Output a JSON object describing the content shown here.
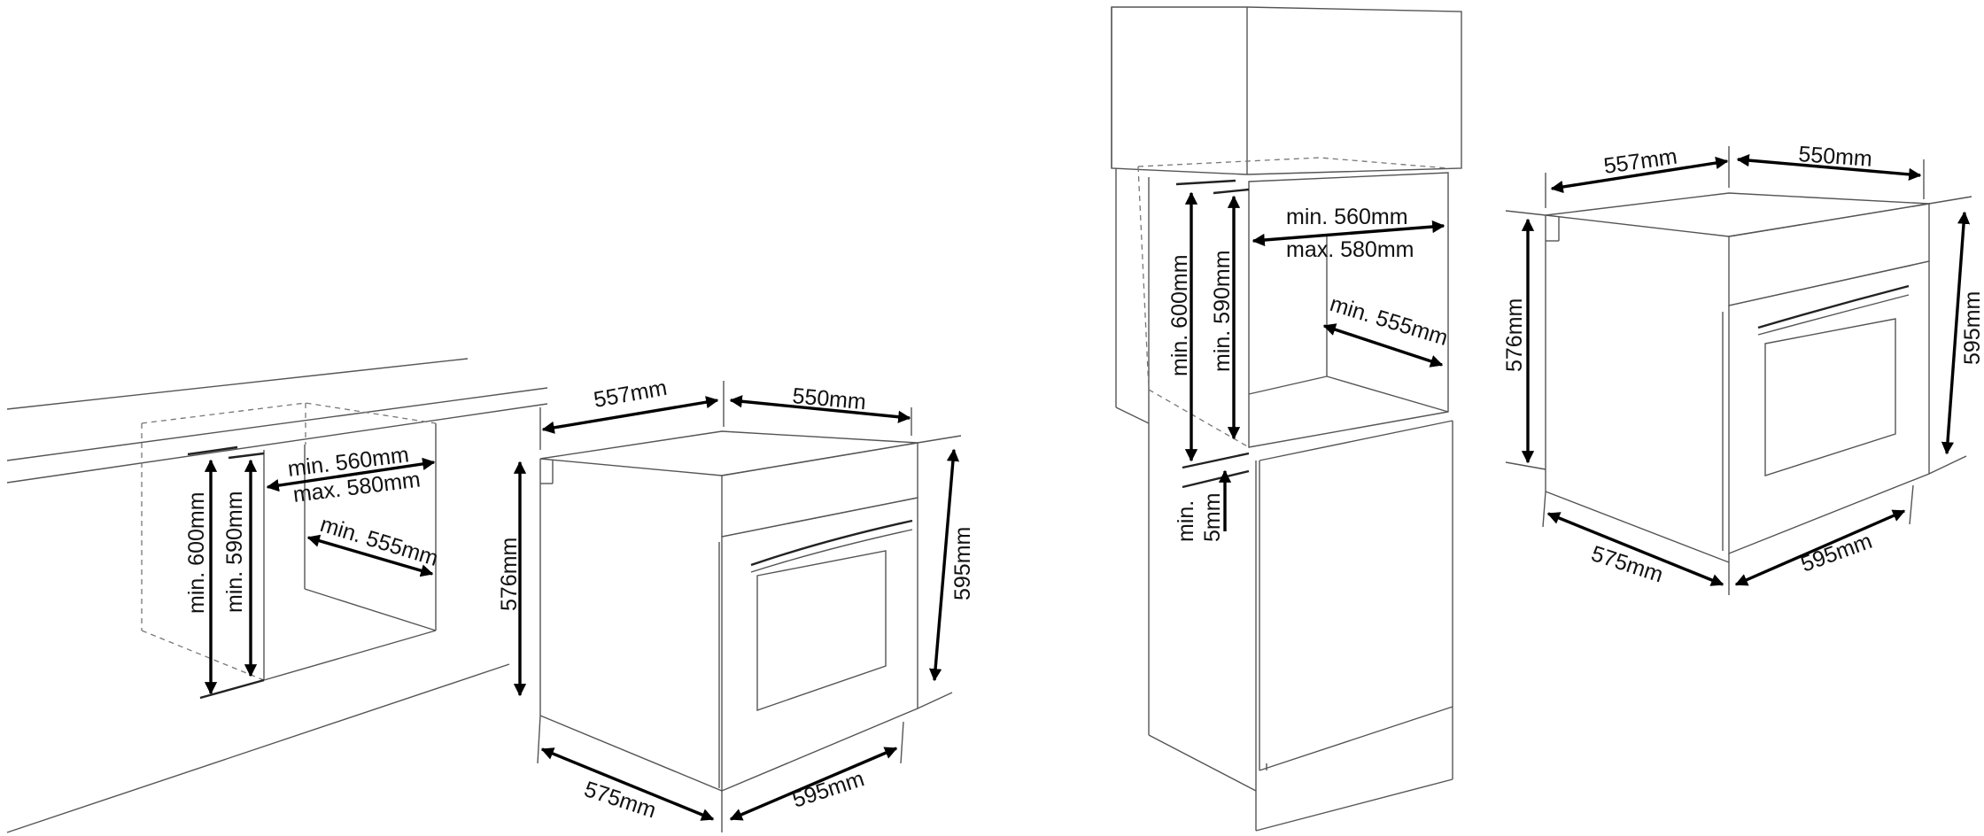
{
  "colors": {
    "line": "#555555",
    "dimension": "#000000",
    "background": "#ffffff"
  },
  "left_scene": {
    "niche": {
      "min_600": "min. 600mm",
      "min_590": "min. 590mm",
      "min_560": "min. 560mm",
      "max_580": "max. 580mm",
      "min_555": "min. 555mm"
    },
    "oven": {
      "d_557": "557mm",
      "w_550": "550mm",
      "h_576": "576mm",
      "h_595": "595mm",
      "d_575": "575mm",
      "w_595": "595mm"
    }
  },
  "right_scene": {
    "niche": {
      "min_600": "min. 600mm",
      "min_590": "min. 590mm",
      "min_560": "min. 560mm",
      "max_580": "max. 580mm",
      "min_555": "min. 555mm",
      "gap_min": "min.",
      "gap_5mm": "5mm"
    },
    "oven": {
      "d_557": "557mm",
      "w_550": "550mm",
      "h_576": "576mm",
      "h_595": "595mm",
      "d_575": "575mm",
      "w_595": "595mm"
    }
  }
}
